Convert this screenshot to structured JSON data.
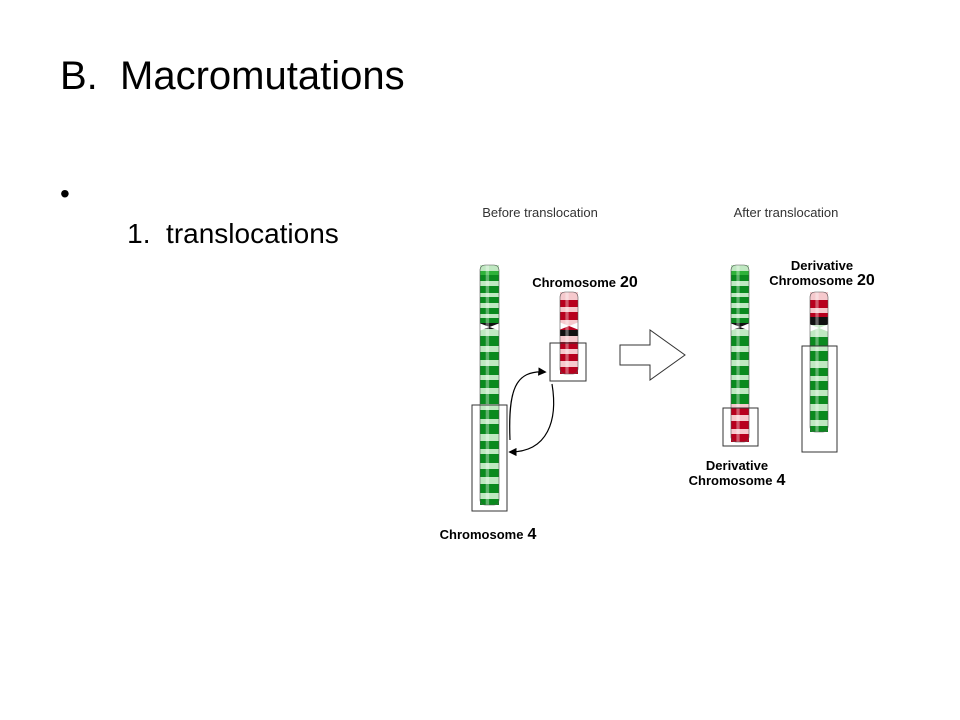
{
  "slide": {
    "title": "B.  Macromutations",
    "bullets": [
      {
        "marker": "•",
        "text": "1.  translocations"
      }
    ]
  },
  "diagram": {
    "before_heading": "Before translocation",
    "after_heading": "After translocation",
    "chromosome20_label": {
      "name": "Chromosome",
      "number": "20"
    },
    "chromosome4_label": {
      "name": "Chromosome",
      "number": "4"
    },
    "derivative20_label": {
      "line1": "Derivative",
      "name": "Chromosome",
      "number": "20"
    },
    "derivative4_label": {
      "line1": "Derivative",
      "name": "Chromosome",
      "number": "4"
    },
    "colors": {
      "green_dark": "#0a8a1e",
      "green_mid": "#2fb23a",
      "green_light": "#bfe8c1",
      "red_dark": "#b8001e",
      "red_mid": "#e0606e",
      "red_light": "#f6c9cd",
      "centromere": "#111111",
      "outline": "#555555"
    }
  }
}
